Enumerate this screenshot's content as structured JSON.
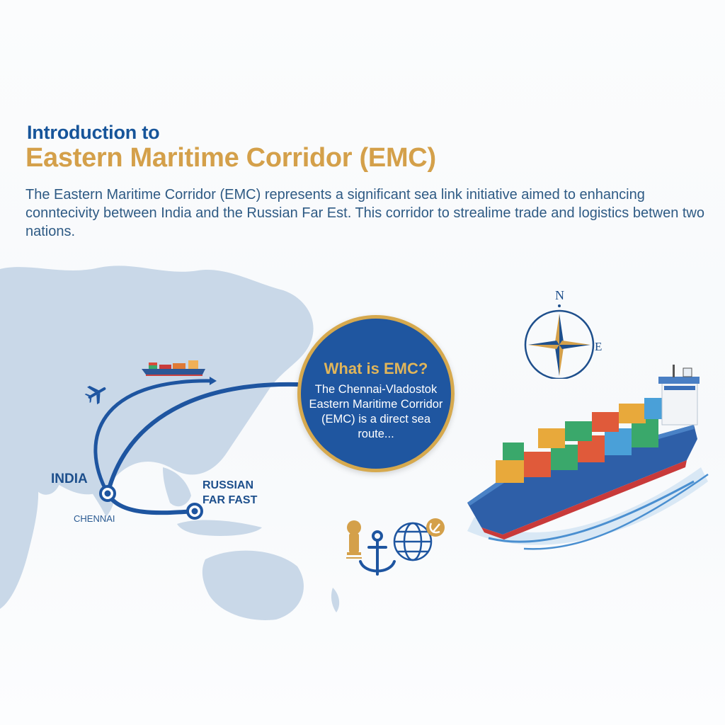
{
  "header": {
    "title_line1": "Introduction to",
    "title_line2": "Eastern Maritime Corridor (EMC)",
    "intro_text": "The Eastern Maritime Corridor (EMC) represents a significant sea link initiative aimed to enhancing conntecivity between India and the Russian Far Est. This corridor to strealime trade and logistics betwen two nations."
  },
  "map": {
    "labels": {
      "india": "INDIA",
      "chennai": "CHENNAI",
      "russian_far_east_line1": "RUSSIAN",
      "russian_far_east_line2": "FAR FAST"
    },
    "icons": [
      "airplane-icon",
      "cargo-ship-icon",
      "route-arrow-icon",
      "location-pin-icon"
    ]
  },
  "callout": {
    "title": "What is EMC?",
    "text": "The Chennai-Vladostok Eastern Maritime Corridor (EMC) is a direct sea route..."
  },
  "compass": {
    "north": "N",
    "east": "E"
  },
  "colors": {
    "primary_blue": "#1f56a0",
    "title_blue": "#17559a",
    "gold": "#d4a04a",
    "map_land": "#c9d8e8",
    "body_text": "#2e5a84"
  },
  "emblems": [
    "india-emblem-icon",
    "anchor-icon",
    "globe-icon",
    "hammer-sickle-badge-icon"
  ]
}
